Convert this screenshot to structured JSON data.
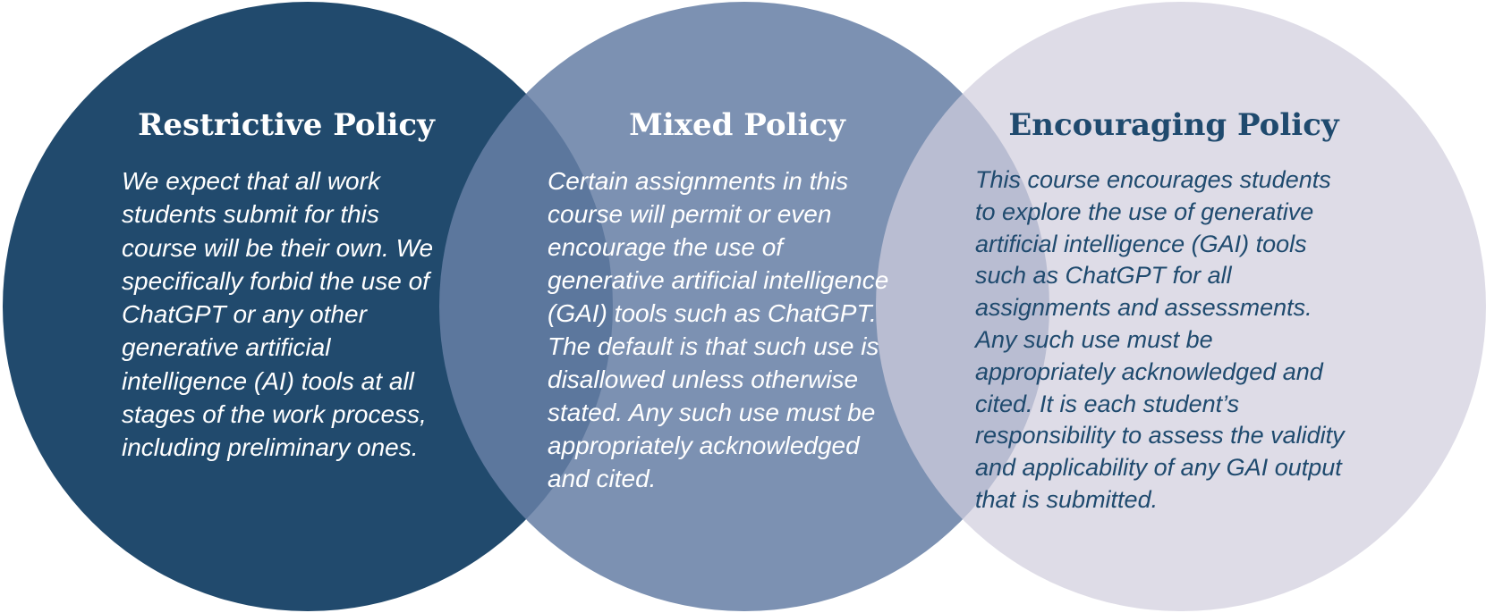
{
  "colors": {
    "restrictive": "#214a6d",
    "mixed": "#667fa5",
    "encouraging": "#d1cede",
    "dark_text": "#1f4a6e",
    "light_text": "#ffffff"
  },
  "policies": [
    {
      "title": "Restrictive Policy",
      "lines": [
        "We expect that all work",
        "students submit for this",
        "course will be their own. We",
        "specifically forbid the use of",
        "ChatGPT or any other",
        "generative artificial",
        "intelligence (AI) tools at all",
        "stages of the work process,",
        "including preliminary ones."
      ]
    },
    {
      "title": "Mixed Policy",
      "lines": [
        "Certain assignments in this",
        "course will permit or even",
        "encourage the use of",
        "generative artificial intelligence",
        "(GAI) tools such as ChatGPT.",
        "The default is that such use is",
        "disallowed unless otherwise",
        "stated. Any such use must be",
        "appropriately acknowledged",
        "and cited."
      ]
    },
    {
      "title": "Encouraging Policy",
      "lines": [
        "This course encourages students",
        "to explore the use of generative",
        "artificial intelligence (GAI) tools",
        "such as ChatGPT for all",
        "assignments and assessments.",
        "Any such use must be",
        "appropriately acknowledged and",
        "cited. It is each student’s",
        "responsibility to assess the validity",
        "and applicability of any GAI output",
        "that is submitted."
      ]
    }
  ]
}
